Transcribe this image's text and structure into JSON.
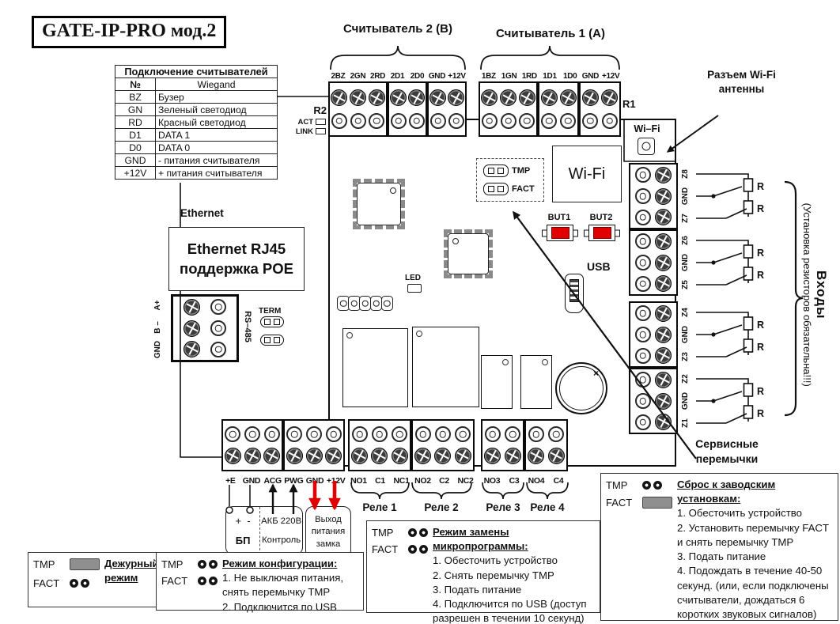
{
  "title": "GATE-IP-PRO мод.2",
  "reader_table": {
    "title": "Подключение считывателей",
    "headers": [
      "№",
      "Wiegand"
    ],
    "rows": [
      [
        "BZ",
        "Бузер"
      ],
      [
        "GN",
        "Зеленый светодиод"
      ],
      [
        "RD",
        "Красный светодиод"
      ],
      [
        "D1",
        "DATA 1"
      ],
      [
        "D0",
        "DATA 0"
      ],
      [
        "GND",
        "- питания считывателя"
      ],
      [
        "+12V",
        "+ питания считывателя"
      ]
    ]
  },
  "readers": {
    "reader2_label": "Считыватель 2 (В)",
    "reader1_label": "Считыватель 1 (А)",
    "r2": "R2",
    "r1": "R1",
    "act": "ACT",
    "link": "LINK",
    "terminals2": [
      "2BZ",
      "2GN",
      "2RD",
      "2D1",
      "2D0",
      "GND",
      "+12V"
    ],
    "terminals1": [
      "1BZ",
      "1GN",
      "1RD",
      "1D1",
      "1D0",
      "GND",
      "+12V"
    ]
  },
  "ethernet": {
    "port_label": "Ethernet",
    "box_label": "Ethernet RJ45 поддержка POE"
  },
  "rs485": {
    "bus_label": "RS–485",
    "terminals": [
      "A+",
      "B –",
      "GND"
    ],
    "term_jumper": "TERM"
  },
  "wifi": {
    "module": "Wi-Fi",
    "connector": "Wi–Fi",
    "antenna_note": "Разъем Wi-Fi антенны"
  },
  "board": {
    "tmp": "TMP",
    "fact": "FACT",
    "but1": "BUT1",
    "but2": "BUT2",
    "usb": "USB",
    "led": "LED"
  },
  "inputs": {
    "labels": [
      "Z8",
      "GND",
      "Z7",
      "Z6",
      "GND",
      "Z5",
      "Z4",
      "GND",
      "Z3",
      "Z2",
      "GND",
      "Z1"
    ],
    "resistor": "R",
    "group_label": "Входы",
    "group_note": "(Установка резисторов обязательна!!!)"
  },
  "bottom": {
    "power_terminals": [
      "+E",
      "GND",
      "ACG",
      "PWG",
      "GND",
      "+12V"
    ],
    "relay12_terminals": [
      "NO1",
      "C1",
      "NC1",
      "NO2",
      "C2",
      "NC2"
    ],
    "relay34_terminals": [
      "NO3",
      "C3",
      "NO4",
      "C4"
    ],
    "relay_labels": [
      "Реле 1",
      "Реле 2",
      "Реле 3",
      "Реле 4"
    ]
  },
  "psu": {
    "plus": "+",
    "minus": "-",
    "name": "БП",
    "akb": "АКБ 220В",
    "control": "Контроль",
    "lock_output": "Выход питания замка"
  },
  "service_label": "Сервисные перемычки",
  "legend": {
    "standby": {
      "tmp": "TMP",
      "fact": "FACT",
      "title": "Дежурный режим"
    },
    "config": {
      "tmp": "TMP",
      "fact": "FACT",
      "title": "Режим конфигурации:",
      "steps": [
        "1. Не выключая питания, снять перемычку TMP",
        "2. Подключится по USB"
      ]
    },
    "firmware": {
      "tmp": "TMP",
      "fact": "FACT",
      "title": "Режим замены микропрограммы:",
      "steps": [
        "1. Обесточить устройство",
        "2. Снять перемычку TMP",
        "3. Подать питание",
        "4. Подключится  по USB (доступ разрешен в течении 10 секунд)"
      ]
    },
    "factory": {
      "tmp": "TMP",
      "fact": "FACT",
      "title": "Сброс к заводским установкам:",
      "steps": [
        "1. Обесточить устройство",
        "2. Установить перемычку FACT и снять перемычку TMP",
        "3. Подать питание",
        "4. Подождать в течение 40-50 секунд. (или, если подключены считыватели, дождаться 6 коротких звуковых сигналов)"
      ]
    }
  },
  "colors": {
    "accent_red": "#e00000",
    "jumper_gray": "#8f8f8f",
    "line": "#111111"
  }
}
